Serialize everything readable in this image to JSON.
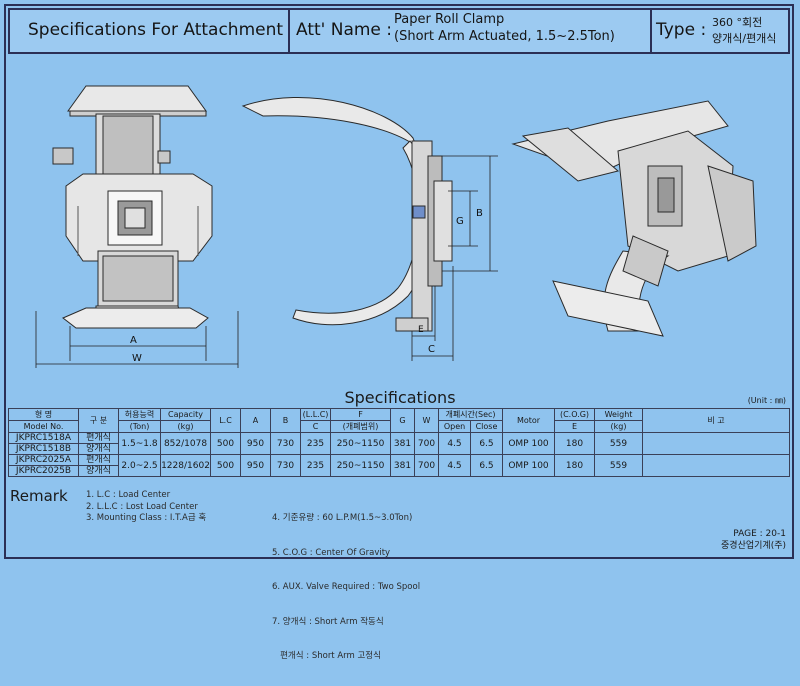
{
  "header": {
    "title": "Specifications For Attachment",
    "att_label": "Att' Name :",
    "att_name_line1": "Paper Roll Clamp",
    "att_name_line2": "(Short Arm Actuated, 1.5~2.5Ton)",
    "type_label": "Type :",
    "type_line1": "360 °회전",
    "type_line2": "양개식/편개식"
  },
  "drawing": {
    "dims": {
      "A": "A",
      "W": "W",
      "B": "B",
      "G": "G",
      "E": "E",
      "C": "C"
    }
  },
  "specs": {
    "title": "Specifications",
    "unit": "(Unit : ㎜)",
    "headers": {
      "model_kr": "형 명",
      "model_en": "Model No.",
      "type": "구 분",
      "capacity_ton_kr": "허용능력",
      "capacity_ton": "(Ton)",
      "capacity_kg": "Capacity",
      "capacity_kg_unit": "(kg)",
      "lc": "L.C",
      "a": "A",
      "b": "B",
      "llc": "(L.L.C)",
      "c": "C",
      "f": "F",
      "f_sub": "(개폐범위)",
      "g": "G",
      "w": "W",
      "time": "개폐시간(Sec)",
      "open": "Open",
      "close": "Close",
      "motor": "Motor",
      "cog_label": "(C.O.G)",
      "e": "E",
      "weight": "Weight",
      "weight_unit": "(kg)",
      "note": "비 고"
    },
    "rows": [
      {
        "model": "JKPRC1518A",
        "type": "편개식"
      },
      {
        "model": "JKPRC1518B",
        "type": "양개식"
      },
      {
        "model": "JKPRC2025A",
        "type": "편개식"
      },
      {
        "model": "JKPRC2025B",
        "type": "양개식"
      }
    ],
    "groups": [
      {
        "ton": "1.5~1.8",
        "kg": "852/1078",
        "lc": "500",
        "a": "950",
        "b": "730",
        "c": "235",
        "f": "250~1150",
        "g": "381",
        "w": "700",
        "open": "4.5",
        "close": "6.5",
        "motor": "OMP 100",
        "e": "180",
        "weight": "559",
        "note": ""
      },
      {
        "ton": "2.0~2.5",
        "kg": "1228/1602",
        "lc": "500",
        "a": "950",
        "b": "730",
        "c": "235",
        "f": "250~1150",
        "g": "381",
        "w": "700",
        "open": "4.5",
        "close": "6.5",
        "motor": "OMP 100",
        "e": "180",
        "weight": "559",
        "note": ""
      }
    ]
  },
  "remark": {
    "title": "Remark",
    "items_left": [
      "1. L.C : Load Center",
      "2. L.L.C : Lost Load Center",
      "3. Mounting Class : I.T.A급 훅"
    ],
    "items_right": [
      "4. 기준유량 : 60 L.P.M(1.5~3.0Ton)",
      "5. C.O.G : Center Of Gravity",
      "6. AUX. Valve Required : Two Spool",
      "7. 양개식 : Short Arm 작동식",
      "   편개식 : Short Arm 고정식"
    ],
    "page": "PAGE : 20-1",
    "company": "중경산업기계(주)"
  }
}
